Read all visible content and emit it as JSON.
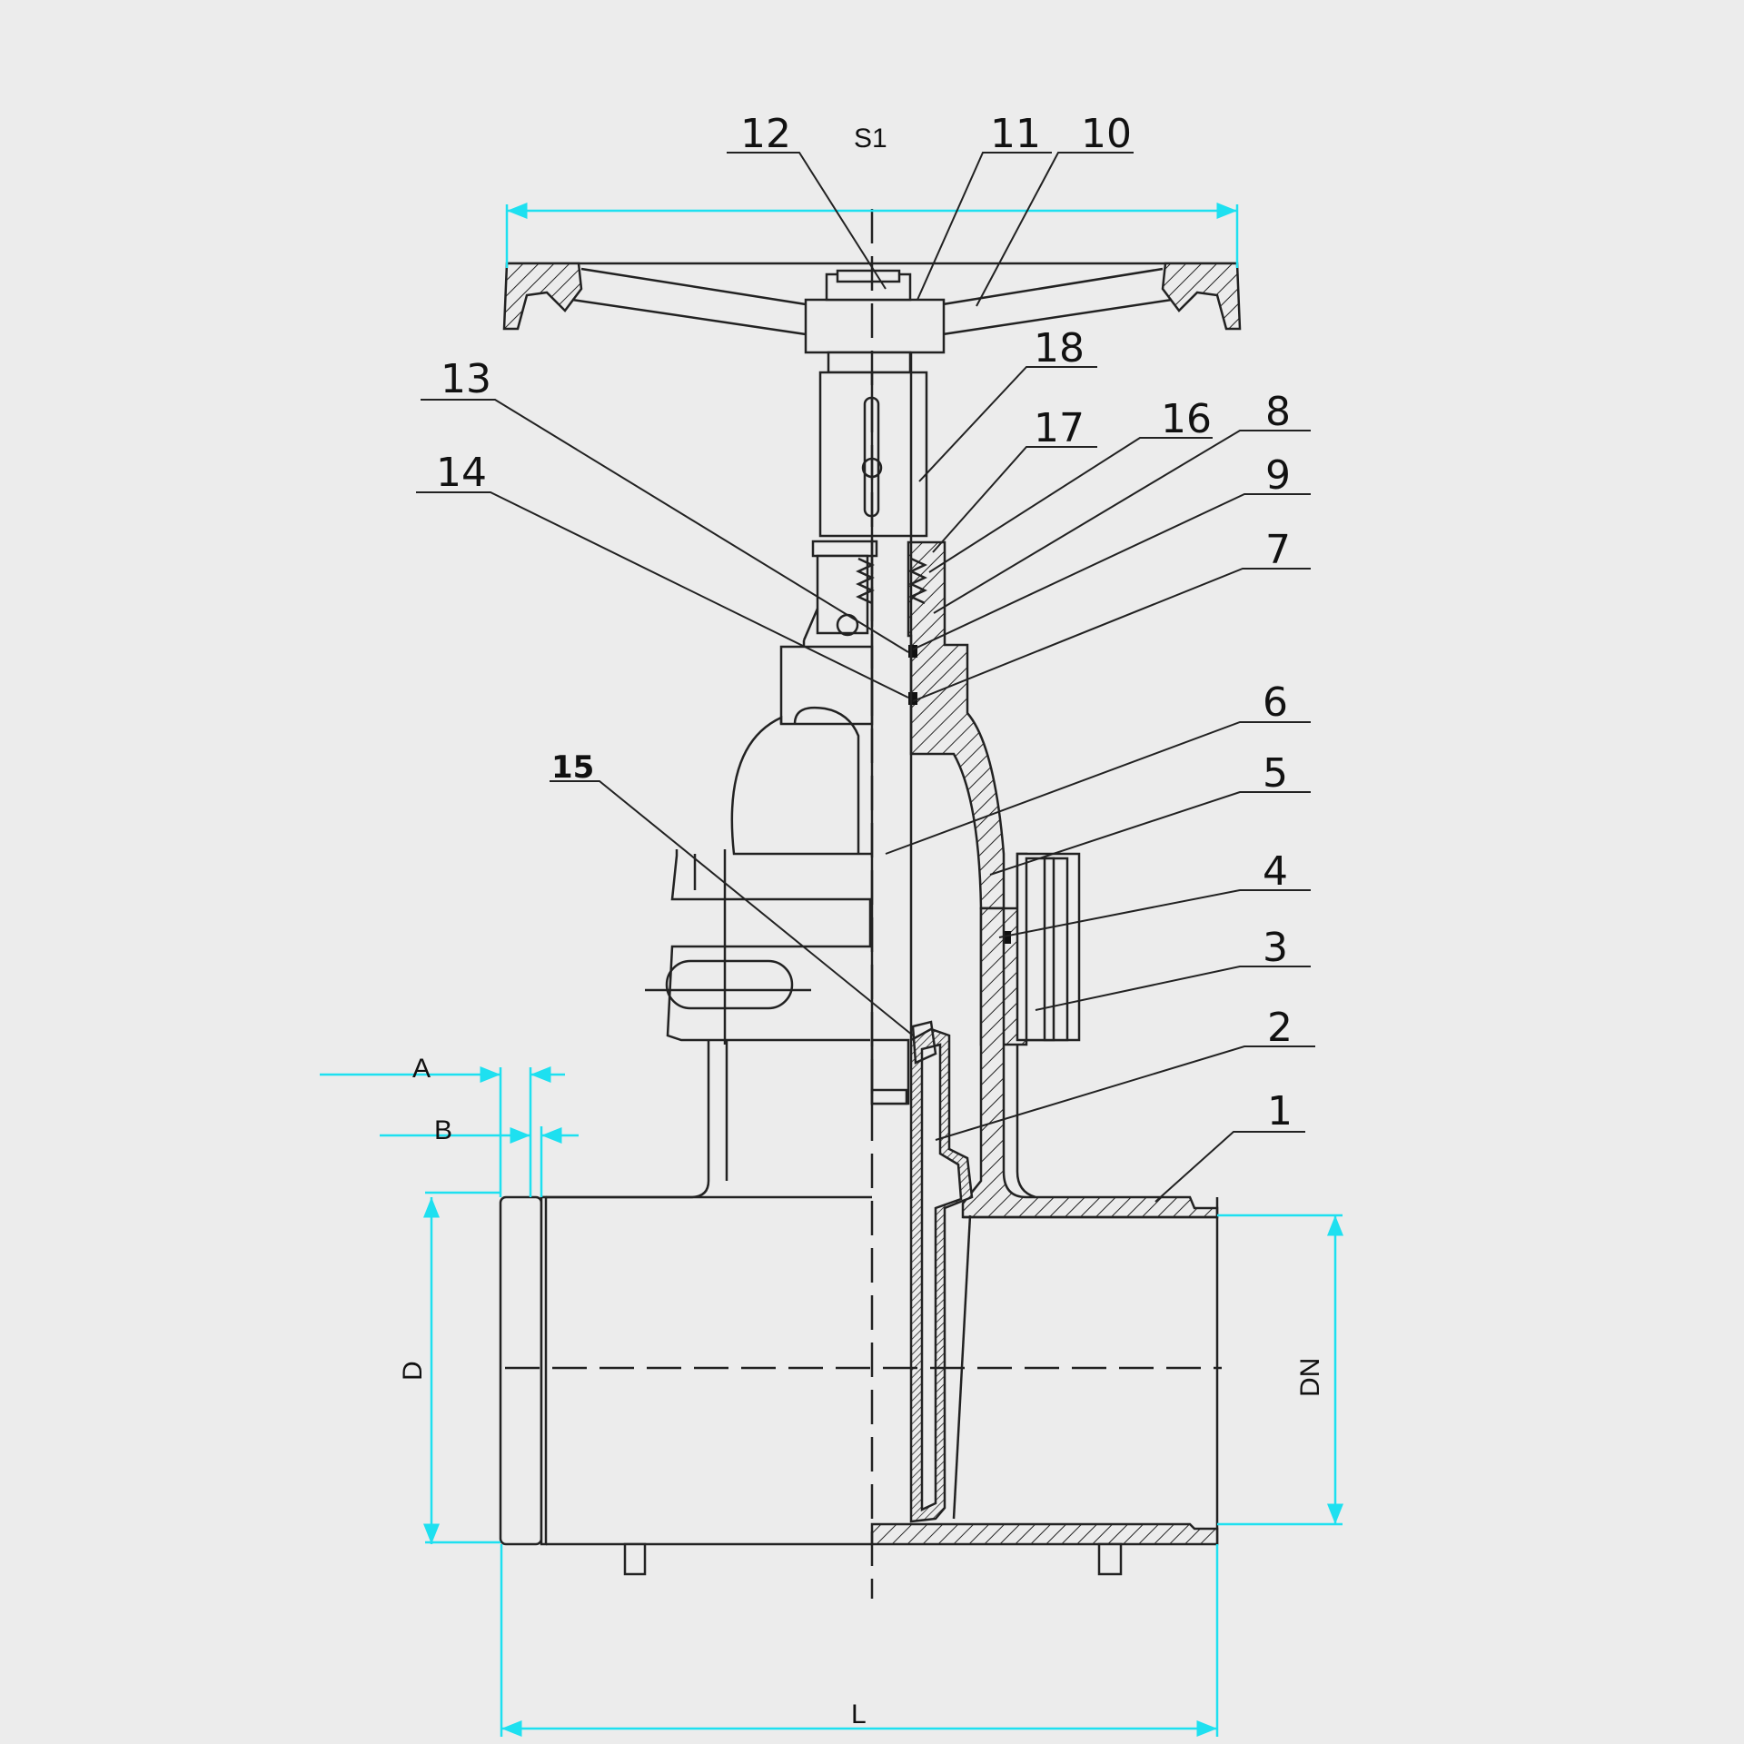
{
  "dimensions": {
    "S1": "S1",
    "A": "A",
    "B": "B",
    "D": "D",
    "DN": "DN",
    "L": "L"
  },
  "parts": [
    "1",
    "2",
    "3",
    "4",
    "5",
    "6",
    "7",
    "8",
    "9",
    "10",
    "11",
    "12",
    "13",
    "14",
    "15",
    "16",
    "17",
    "18"
  ],
  "colors": {
    "background": "#ececec",
    "line": "#222222",
    "dimension": "#1ee0f0"
  }
}
